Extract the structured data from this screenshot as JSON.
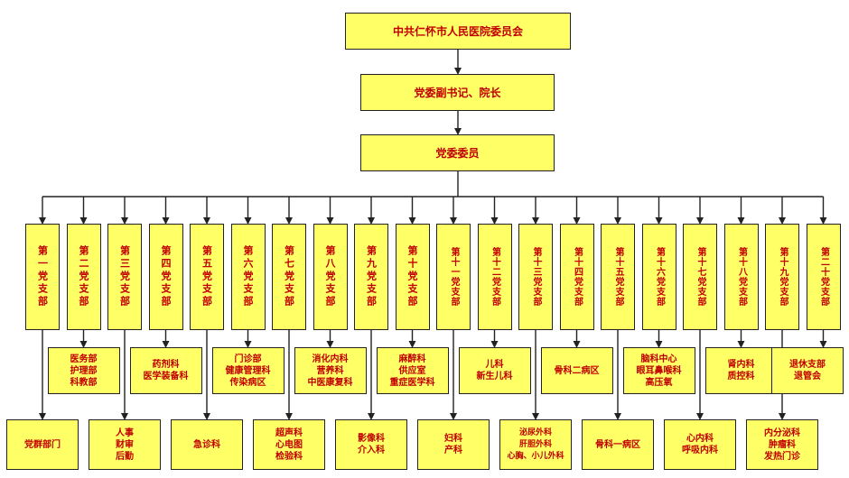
{
  "top_nodes": [
    {
      "id": "committee",
      "label": "中共仁怀市人民医院委员会"
    },
    {
      "id": "deputy",
      "label": "党委副书记、院长"
    },
    {
      "id": "members",
      "label": "党委委员"
    }
  ],
  "branches": [
    {
      "label": "第一党支部",
      "mid": null,
      "bottom": "党群部门"
    },
    {
      "label": "第二党支部",
      "mid": "医务部\n护理部\n科教部",
      "bottom": null
    },
    {
      "label": "第三党支部",
      "mid": null,
      "bottom": "人事\n财审\n后勤"
    },
    {
      "label": "第四党支部",
      "mid": "药剂科\n医学装备科",
      "bottom": null
    },
    {
      "label": "第五党支部",
      "mid": null,
      "bottom": "急诊科"
    },
    {
      "label": "第六党支部",
      "mid": "门诊部\n健康管理科\n传染病区",
      "bottom": null
    },
    {
      "label": "第七党支部",
      "mid": null,
      "bottom": "超声科\n心电图\n检验科"
    },
    {
      "label": "第八党支部",
      "mid": "消化内科\n营养科\n中医康复科",
      "bottom": null
    },
    {
      "label": "第九党支部",
      "mid": null,
      "bottom": "影像科\n介入科"
    },
    {
      "label": "第十党支部",
      "mid": "麻醉科\n供应室\n重症医学科",
      "bottom": null
    },
    {
      "label": "第十一党支部",
      "mid": null,
      "bottom": "妇科\n产科"
    },
    {
      "label": "第十二党支部",
      "mid": "儿科\n新生儿科",
      "bottom": null
    },
    {
      "label": "第十三党支部",
      "mid": null,
      "bottom": "泌尿外科\n肝胆外科\n心胸、小儿外科"
    },
    {
      "label": "第十四党支部",
      "mid": "骨科二病区",
      "bottom": null
    },
    {
      "label": "第十五党支部",
      "mid": null,
      "bottom": "骨科一病区"
    },
    {
      "label": "第十六党支部",
      "mid": "脑科中心\n眼耳鼻喉科\n高压氧",
      "bottom": null
    },
    {
      "label": "第十七党支部",
      "mid": null,
      "bottom": "心内科\n呼吸内科"
    },
    {
      "label": "第十八党支部",
      "mid": "肾内科\n质控科",
      "bottom": null
    },
    {
      "label": "第十九党支部",
      "mid": null,
      "bottom": "内分泌科\n肿瘤科\n发热门诊"
    },
    {
      "label": "第二十党支部",
      "mid": "退休支部\n退管会",
      "bottom": null
    }
  ],
  "colors": {
    "box_fill": "#ffff66",
    "text": "#c00000",
    "line": "#222222"
  }
}
